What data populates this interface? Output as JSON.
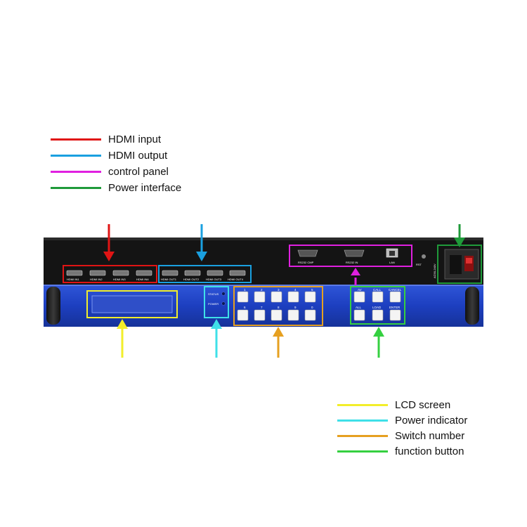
{
  "legend_top": [
    {
      "label": "HDMI input",
      "color": "#e01414"
    },
    {
      "label": "HDMI output",
      "color": "#1aa0e0"
    },
    {
      "label": "control panel",
      "color": "#e020e0"
    },
    {
      "label": "Power interface",
      "color": "#1f9a3a"
    }
  ],
  "legend_bottom": [
    {
      "label": "LCD screen",
      "color": "#f2ee2a"
    },
    {
      "label": "Power indicator",
      "color": "#3fe0e8"
    },
    {
      "label": "Switch number",
      "color": "#e6a020"
    },
    {
      "label": "function button",
      "color": "#35d040"
    }
  ],
  "device": {
    "hdmi_inputs": [
      "HDMI IN1",
      "HDMI IN2",
      "HDMI IN3",
      "HDMI IN4"
    ],
    "hdmi_outputs": [
      "HDMI OUT1",
      "HDMI OUT2",
      "HDMI OUT3",
      "HDMI OUT4"
    ],
    "control_ports": [
      "RS232 CMP",
      "RS232 IN",
      "LAN"
    ],
    "rst_label": "RST",
    "power_label": "AC90-240V",
    "indicator_labels": [
      "STATUS",
      "POWER"
    ],
    "switch_numbers_row1": [
      "1",
      "2",
      "3",
      "4",
      "5"
    ],
    "switch_numbers_row2": [
      "6",
      "7",
      "8",
      "9",
      "0"
    ],
    "function_row1": [
      "AV",
      "CALL",
      "CANCEL"
    ],
    "function_row2": [
      "ALL",
      "LOAD",
      "ENTER"
    ]
  }
}
